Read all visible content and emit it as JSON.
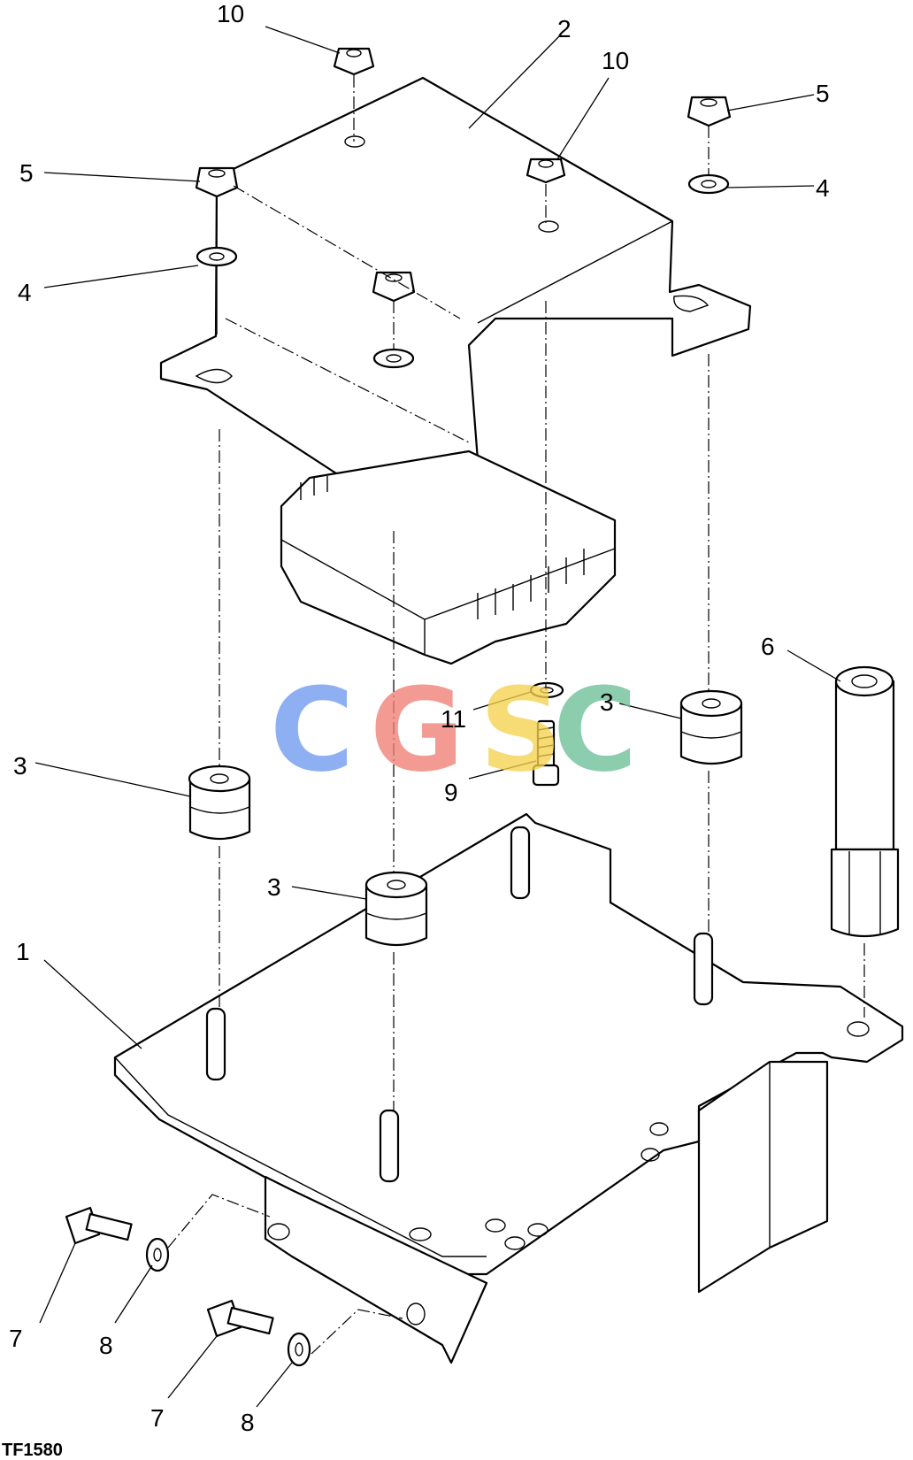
{
  "figure_id": "TF1580",
  "watermark": {
    "letters": [
      {
        "char": "C",
        "color": "#6f9af0"
      },
      {
        "char": "G",
        "color": "#f07f76"
      },
      {
        "char": "S",
        "color": "#f5d24f"
      },
      {
        "char": "C",
        "color": "#6cbf97"
      }
    ]
  },
  "callouts": [
    {
      "id": "c10a",
      "text": "10"
    },
    {
      "id": "c2",
      "text": "2"
    },
    {
      "id": "c10b",
      "text": "10"
    },
    {
      "id": "c5a",
      "text": "5"
    },
    {
      "id": "c5b",
      "text": "5"
    },
    {
      "id": "c4a",
      "text": "4"
    },
    {
      "id": "c4b",
      "text": "4"
    },
    {
      "id": "c6",
      "text": "6"
    },
    {
      "id": "c11",
      "text": "11"
    },
    {
      "id": "c3a",
      "text": "3"
    },
    {
      "id": "c3b",
      "text": "3"
    },
    {
      "id": "c3c",
      "text": "3"
    },
    {
      "id": "c9",
      "text": "9"
    },
    {
      "id": "c1",
      "text": "1"
    },
    {
      "id": "c7a",
      "text": "7"
    },
    {
      "id": "c8a",
      "text": "8"
    },
    {
      "id": "c7b",
      "text": "7"
    },
    {
      "id": "c8b",
      "text": "8"
    }
  ]
}
